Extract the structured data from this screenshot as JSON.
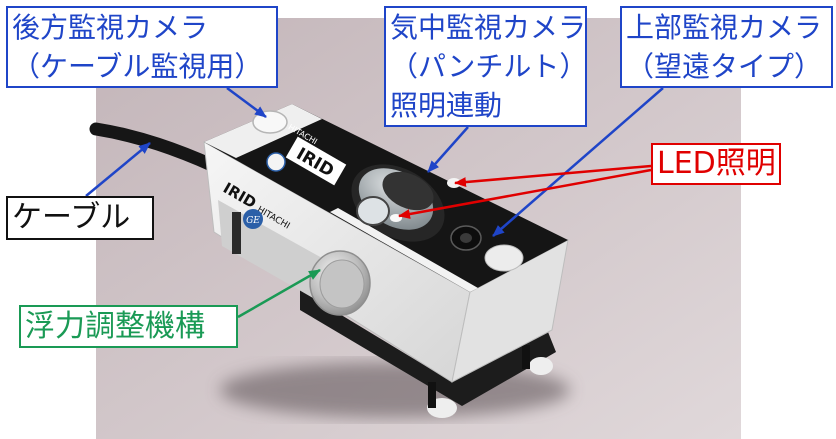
{
  "callouts": {
    "rear_camera": {
      "lines": [
        "後方監視カメラ",
        "（ケーブル監視用）"
      ]
    },
    "air_camera": {
      "lines": [
        "気中監視カメラ",
        "（パンチルト）",
        "照明連動"
      ]
    },
    "top_camera": {
      "lines": [
        "上部監視カメラ",
        "（望遠タイプ）"
      ]
    },
    "led": {
      "text": "LED照明"
    },
    "cable": {
      "text": "ケーブル"
    },
    "buoyancy": {
      "text": "浮力調整機構"
    }
  },
  "robot_markings": {
    "top_brand": "IRID",
    "top_maker": "HITACHI",
    "side_brand": "IRID",
    "side_maker": "HITACHI",
    "logo_ge": "GE"
  },
  "colors": {
    "blue": "#1f45c8",
    "red": "#e00000",
    "green": "#1a9a55",
    "black": "#111111",
    "photo_background": "#cdc1c4"
  }
}
